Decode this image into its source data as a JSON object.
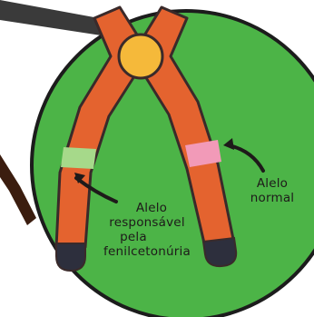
{
  "diagram": {
    "labels": {
      "disease_allele": [
        "Alelo",
        "responsável",
        "pela",
        "fenilcetonúria"
      ],
      "normal_allele": [
        "Alelo",
        "normal"
      ]
    },
    "colors": {
      "background_circle": "#4cb447",
      "circle_outline": "#1c1c1c",
      "chromatid": "#e4632f",
      "chromatid_outline": "#3a2a2a",
      "centromere": "#f5b93a",
      "telomere": "#2d2f3d",
      "disease_band": "#a6d98a",
      "normal_band": "#f29ab8",
      "arrow": "#1e1a1a",
      "bar": "#3a3a3a",
      "stick": "#3b1d0f"
    },
    "icons": [
      "curved-arrow-icon",
      "curved-arrow-icon"
    ]
  }
}
